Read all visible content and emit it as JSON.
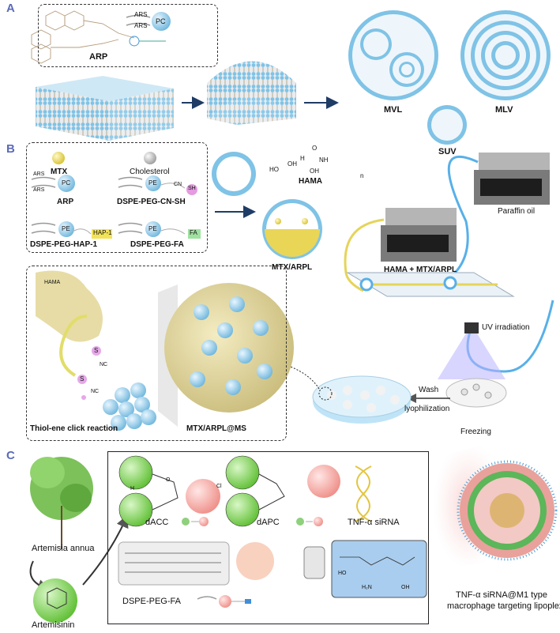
{
  "panels": {
    "a": "A",
    "b": "B",
    "c": "C"
  },
  "panel_a": {
    "arp_label": "ARP",
    "ars1": "ARS",
    "ars2": "ARS",
    "pc": "PC",
    "mvl": "MVL",
    "mlv": "MLV",
    "suv": "SUV"
  },
  "panel_b": {
    "legend": {
      "mtx": "MTX",
      "cholesterol": "Cholesterol",
      "arp": "ARP",
      "ars1": "ARS",
      "ars2": "ARS",
      "pc": "PC",
      "pe1": "PE",
      "cn": "CN",
      "sh": "SH",
      "dspe_cn_sh": "DSPE-PEG-CN-SH",
      "pe2": "PE",
      "hap": "HAP-1",
      "dspe_hap": "DSPE-PEG-HAP-1",
      "pe3": "PE",
      "fa": "FA",
      "dspe_fa": "DSPE-PEG-FA"
    },
    "hama": "HAMA",
    "hama_oh1": "OH",
    "hama_o": "O",
    "hama_n": "n",
    "hama_ho": "HO",
    "hama_oh2": "OH",
    "hama_h": "H",
    "hama_nh": "NH",
    "mtx_arpl": "MTX/ARPL",
    "hama_mtx_arpl": "HAMA + MTX/ARPL",
    "paraffin": "Paraffin oil",
    "uv": "UV irradiation",
    "wash": "Wash",
    "lyophilization": "lyophilization",
    "freezing": "Freezing",
    "zoom_hama": "HAMA",
    "s1": "S",
    "nc1": "NC",
    "s2": "S",
    "nc2": "NC",
    "thiol": "Thiol-ene click reaction",
    "ms": "MTX/ARPL@MS"
  },
  "panel_c": {
    "artemisia": "Artemisia annua",
    "artemisinin": "Artemisinin",
    "dacc": "dACC",
    "dapc": "dAPC",
    "sirna": "TNF-α siRNA",
    "dspe_peg_fa": "DSPE-PEG-FA",
    "lipoplex_line1": "TNF-α siRNA@M1 type",
    "lipoplex_line2": "macrophage targeting lipoplex",
    "cl": "Cl",
    "o": "O",
    "h": "H",
    "h2n": "H₂N",
    "oh": "OH",
    "ho": "HO"
  },
  "colors": {
    "panel_letter": "#5b6bb8",
    "lipid_head": "#8ec9e6",
    "lipid_tail": "#c8c8c8",
    "mtx_yellow": "#e8d84a",
    "cholesterol_gray": "#bfbfbf",
    "sh_pink": "#e49be0",
    "fa_green": "#9fe29f",
    "hap_yellow": "#f3e35a",
    "artemisinin_green": "#7bd34e",
    "choline_pink": "#f3a7a3",
    "fa_blue_box": "#a9cdee",
    "scaffold_beige": "#ddd29a"
  },
  "icons": [
    "mtx-molecule-icon",
    "cholesterol-molecule-icon",
    "arp-lipid-icon",
    "dspe-lipid-icon",
    "syringe-pump-icon",
    "petri-dish-icon",
    "uv-lamp-icon",
    "plant-icon",
    "dna-helix-icon"
  ]
}
